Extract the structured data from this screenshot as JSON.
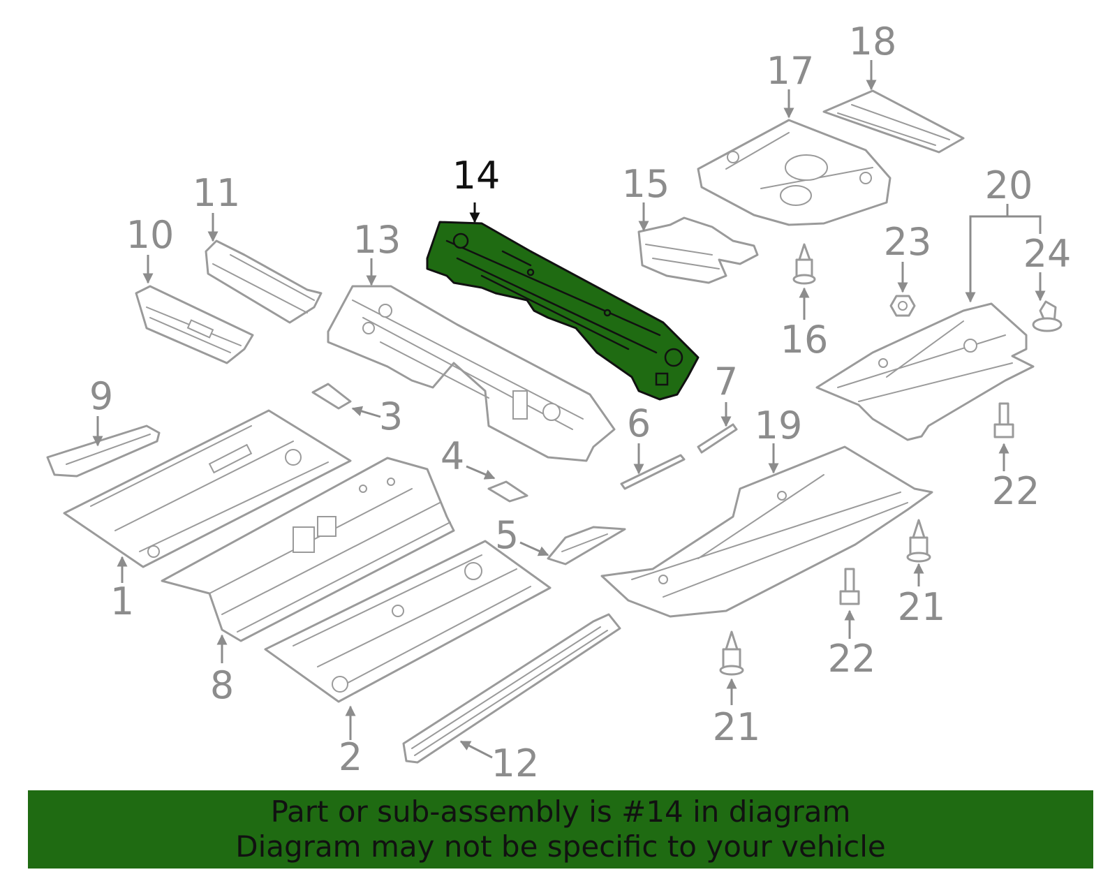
{
  "diagram": {
    "highlight_part": "14",
    "colors": {
      "highlight_fill": "#1f6b12",
      "highlight_stroke": "#111111",
      "part_stroke": "#9a9a9a",
      "callout_text": "#8c8c8c",
      "banner_background": "#1f6b12"
    },
    "callouts": [
      "1",
      "2",
      "3",
      "4",
      "5",
      "6",
      "7",
      "8",
      "9",
      "10",
      "11",
      "12",
      "13",
      "14",
      "15",
      "16",
      "17",
      "18",
      "19",
      "20",
      "21",
      "21",
      "22",
      "22",
      "23",
      "24"
    ]
  },
  "banner": {
    "line1": "Part or sub-assembly is #14 in diagram",
    "line2": "Diagram may not be specific to your vehicle"
  }
}
